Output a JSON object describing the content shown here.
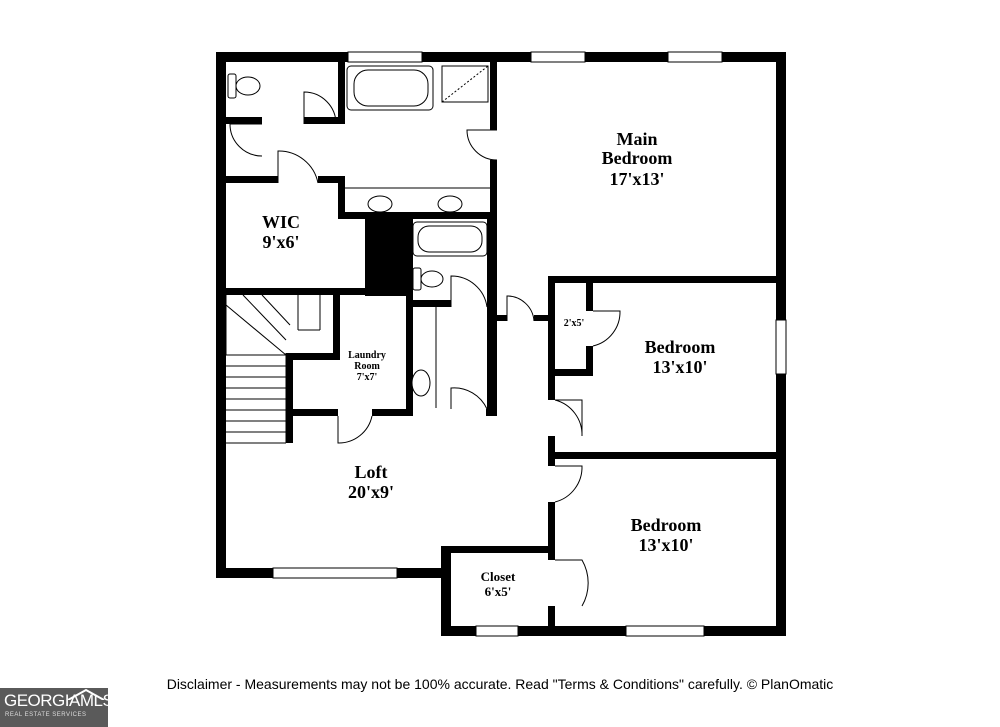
{
  "rooms": {
    "main_bedroom": {
      "name_line1": "Main",
      "name_line2": "Bedroom",
      "size": "17'x13'"
    },
    "wic": {
      "name": "WIC",
      "size": "9'x6'"
    },
    "closet_small": {
      "size": "2'x5'"
    },
    "bedroom_upper": {
      "name": "Bedroom",
      "size": "13'x10'"
    },
    "laundry": {
      "name_line1": "Laundry",
      "name_line2": "Room",
      "size": "7'x7'"
    },
    "loft": {
      "name": "Loft",
      "size": "20'x9'"
    },
    "bedroom_lower": {
      "name": "Bedroom",
      "size": "13'x10'"
    },
    "closet": {
      "name": "Closet",
      "size": "6'x5'"
    }
  },
  "footer": {
    "disclaimer": "Disclaimer - Measurements may not be 100% accurate. Read \"Terms & Conditions\" carefully. © PlanOmatic"
  },
  "logo": {
    "name": "GEORGIAMLS",
    "tagline": "REAL ESTATE SERVICES"
  }
}
